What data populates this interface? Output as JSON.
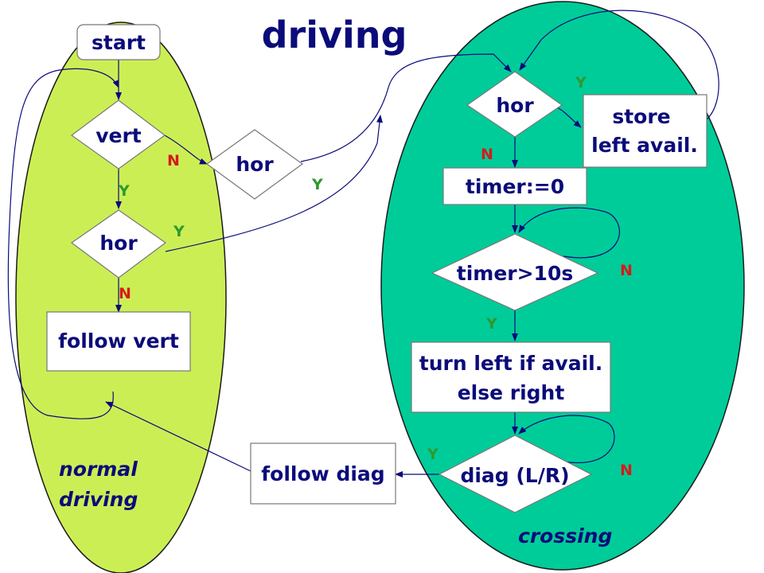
{
  "title": "driving",
  "regions": {
    "normal": {
      "line1": "normal",
      "line2": "driving",
      "color": "#ccee55"
    },
    "crossing": {
      "label": "crossing",
      "color": "#00cc99"
    }
  },
  "nodes": {
    "start": "start",
    "vert": "vert",
    "hor_left_bottom": "hor",
    "hor_middle": "hor",
    "follow_vert": "follow vert",
    "follow_diag": "follow diag",
    "hor_crossing": "hor",
    "store_line1": "store",
    "store_line2": "left avail.",
    "timer_reset": "timer:=0",
    "timer_check": "timer>10s",
    "turn_line1": "turn left if avail.",
    "turn_line2": "else right",
    "diag": "diag (L/R)"
  },
  "edge_labels": {
    "vert_n": "N",
    "vert_y": "Y",
    "hor_middle_y": "Y",
    "hor_left_y": "Y",
    "hor_left_n": "N",
    "hor_crossing_y": "Y",
    "hor_crossing_n": "N",
    "timer_n": "N",
    "timer_y": "Y",
    "diag_y": "Y",
    "diag_n": "N"
  },
  "colors": {
    "text": "#0b0b7a",
    "yes": "#2e9a2e",
    "no": "#d61a1a"
  }
}
